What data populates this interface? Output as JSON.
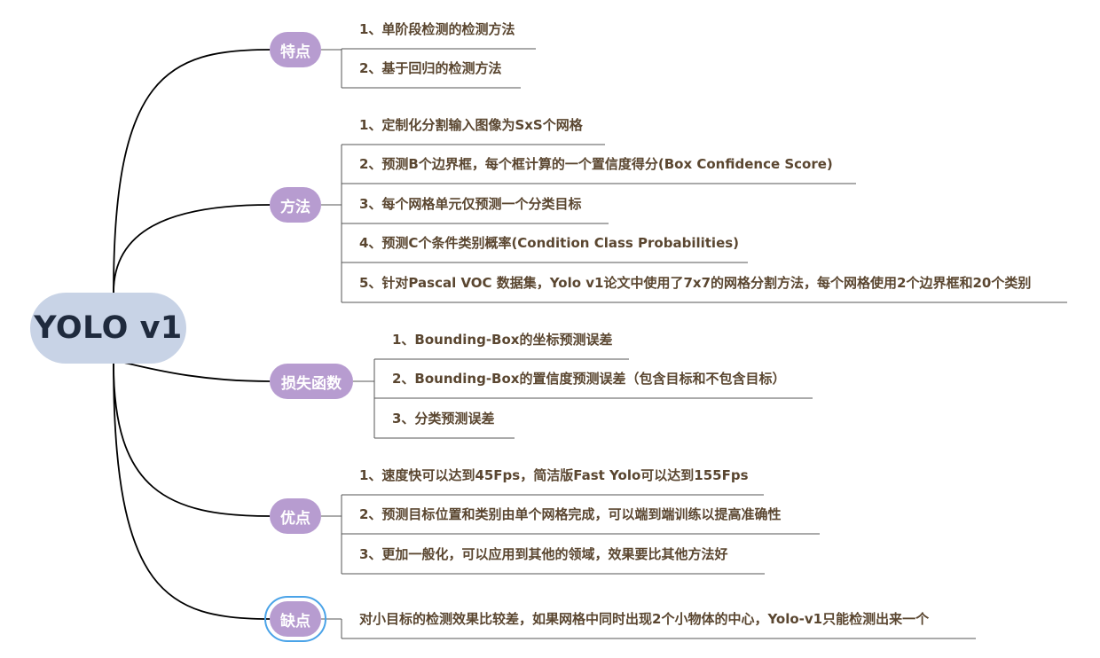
{
  "root": {
    "label": "YOLO v1"
  },
  "colors": {
    "root_fill": "#c8d3e6",
    "branch_fill": "#b79cd0",
    "leaf_text": "#5a4630",
    "selection": "#4aa3e8"
  },
  "branches": [
    {
      "label": "特点",
      "items": [
        "1、单阶段检测的检测方法",
        "2、基于回归的检测方法"
      ]
    },
    {
      "label": "方法",
      "items": [
        "1、定制化分割输入图像为SxS个网格",
        "2、预测B个边界框，每个框计算的一个置信度得分(Box Confidence Score)",
        "3、每个网格单元仅预测一个分类目标",
        "4、预测C个条件类别概率(Condition Class Probabilities)",
        "5、针对Pascal VOC 数据集，Yolo v1论文中使用了7x7的网格分割方法，每个网格使用2个边界框和20个类别"
      ]
    },
    {
      "label": "损失函数",
      "items": [
        "1、Bounding-Box的坐标预测误差",
        "2、Bounding-Box的置信度预测误差（包含目标和不包含目标）",
        "3、分类预测误差"
      ]
    },
    {
      "label": "优点",
      "items": [
        "1、速度快可以达到45Fps，简洁版Fast Yolo可以达到155Fps",
        "2、预测目标位置和类别由单个网格完成，可以端到端训练以提高准确性",
        "3、更加一般化，可以应用到其他的领域，效果要比其他方法好"
      ]
    },
    {
      "label": "缺点",
      "selected": true,
      "items": [
        "对小目标的检测效果比较差，如果网格中同时出现2个小物体的中心，Yolo-v1只能检测出来一个"
      ]
    }
  ]
}
